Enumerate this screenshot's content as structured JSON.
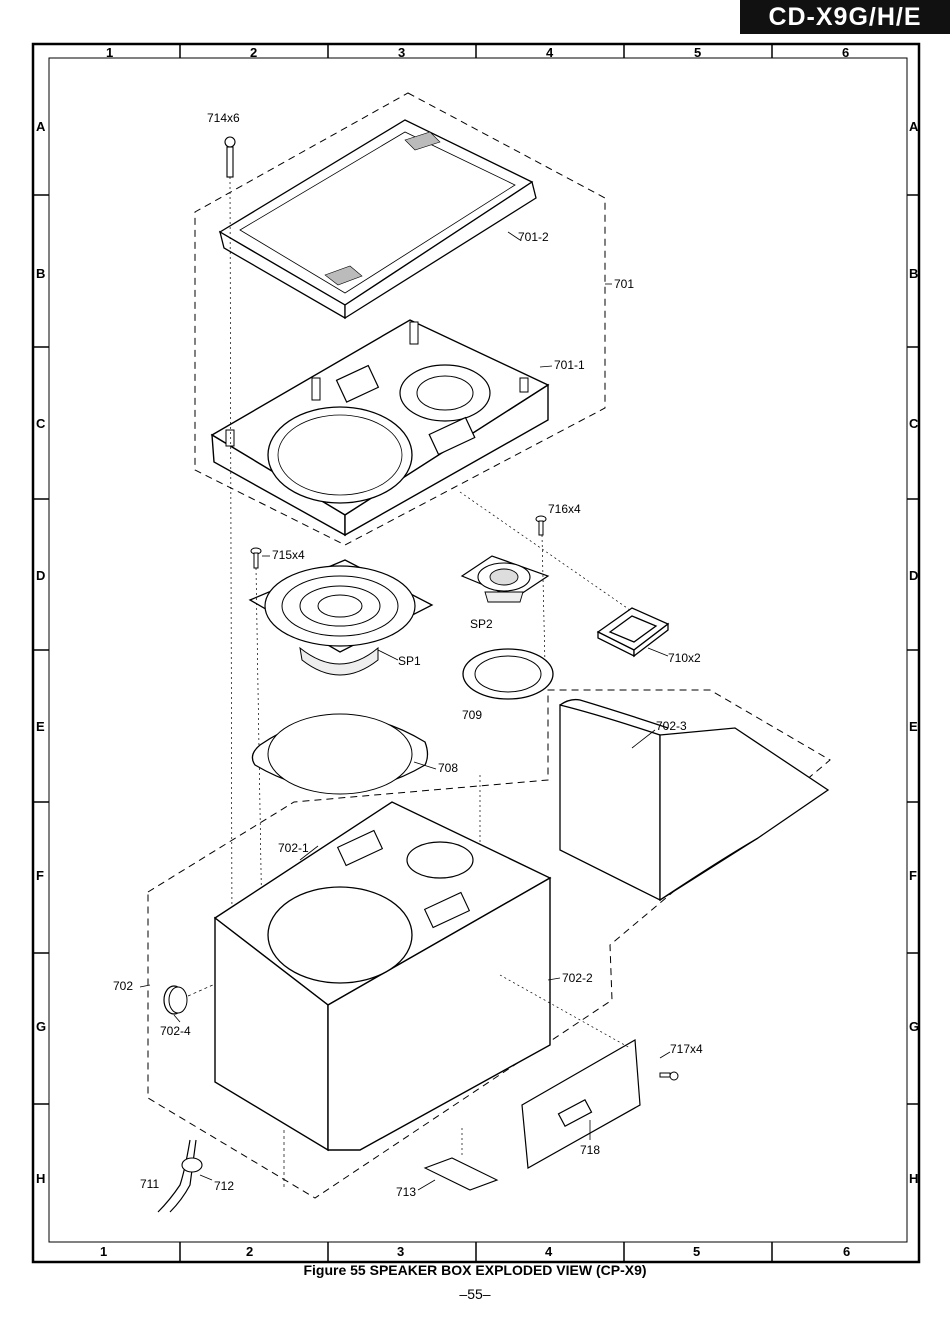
{
  "model_tag": "CD-X9G/H/E",
  "grid": {
    "columns": [
      "1",
      "2",
      "3",
      "4",
      "5",
      "6"
    ],
    "rows": [
      "A",
      "B",
      "C",
      "D",
      "E",
      "F",
      "G",
      "H"
    ]
  },
  "labels": {
    "l714": "714x6",
    "l7012": "701-2",
    "l701": "701",
    "l7011": "701-1",
    "l716": "716x4",
    "l715": "715x4",
    "sp2": "SP2",
    "sp1": "SP1",
    "l710": "710x2",
    "l709": "709",
    "l7023": "702-3",
    "l708": "708",
    "l7021": "702-1",
    "l702": "702",
    "l7022": "702-2",
    "l7024": "702-4",
    "l717": "717x4",
    "l718": "718",
    "l711": "711",
    "l712": "712",
    "l713": "713"
  },
  "caption": "Figure 55 SPEAKER BOX EXPLODED VIEW (CP-X9)",
  "page_number": "–55–"
}
